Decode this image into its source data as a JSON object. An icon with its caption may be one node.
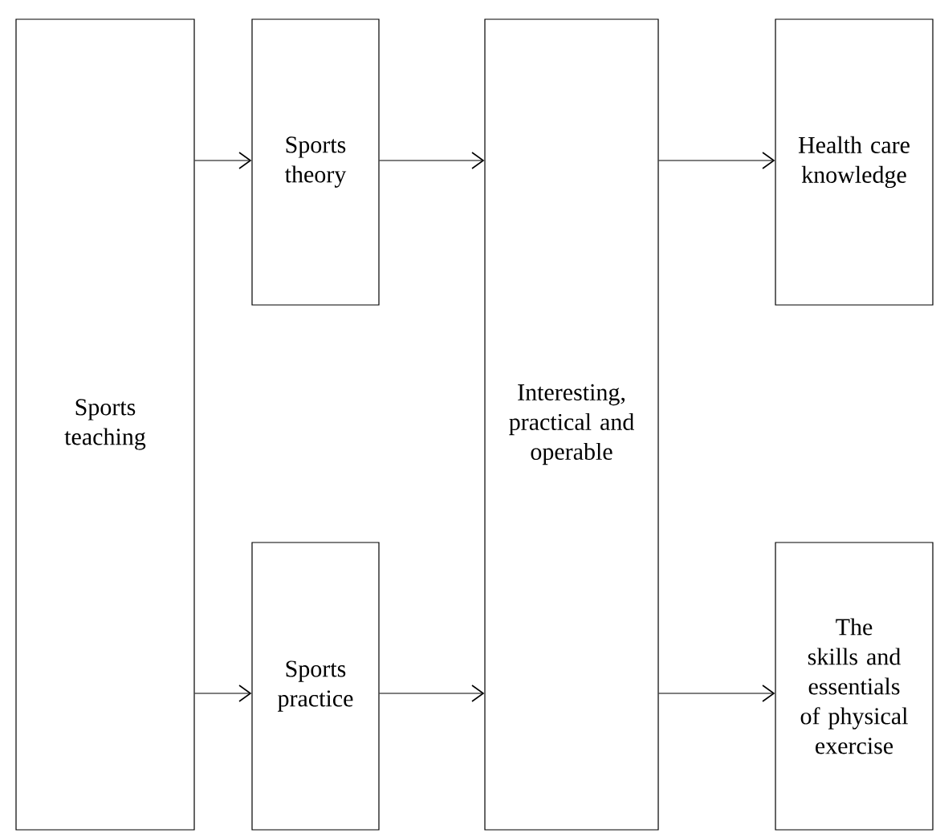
{
  "diagram": {
    "nodes": [
      {
        "text": [
          "Sports teaching"
        ]
      },
      {
        "text": [
          "Sports theory"
        ]
      },
      {
        "text": [
          "Sports practice"
        ]
      },
      {
        "text": [
          "Interesting, practical and operable"
        ]
      },
      {
        "text": [
          "Health care knowledge"
        ]
      },
      {
        "text": [
          "The skills and essentials of physical exercise"
        ]
      }
    ],
    "edges": [
      {
        "from": 0,
        "to": 1,
        "arrow": "to"
      },
      {
        "from": 0,
        "to": 2,
        "arrow": "to"
      },
      {
        "from": 1,
        "to": 3,
        "arrow": "to"
      },
      {
        "from": 2,
        "to": 3,
        "arrow": "to"
      },
      {
        "from": 3,
        "to": 4,
        "arrow": "to"
      },
      {
        "from": 3,
        "to": 5,
        "arrow": "to"
      }
    ]
  }
}
